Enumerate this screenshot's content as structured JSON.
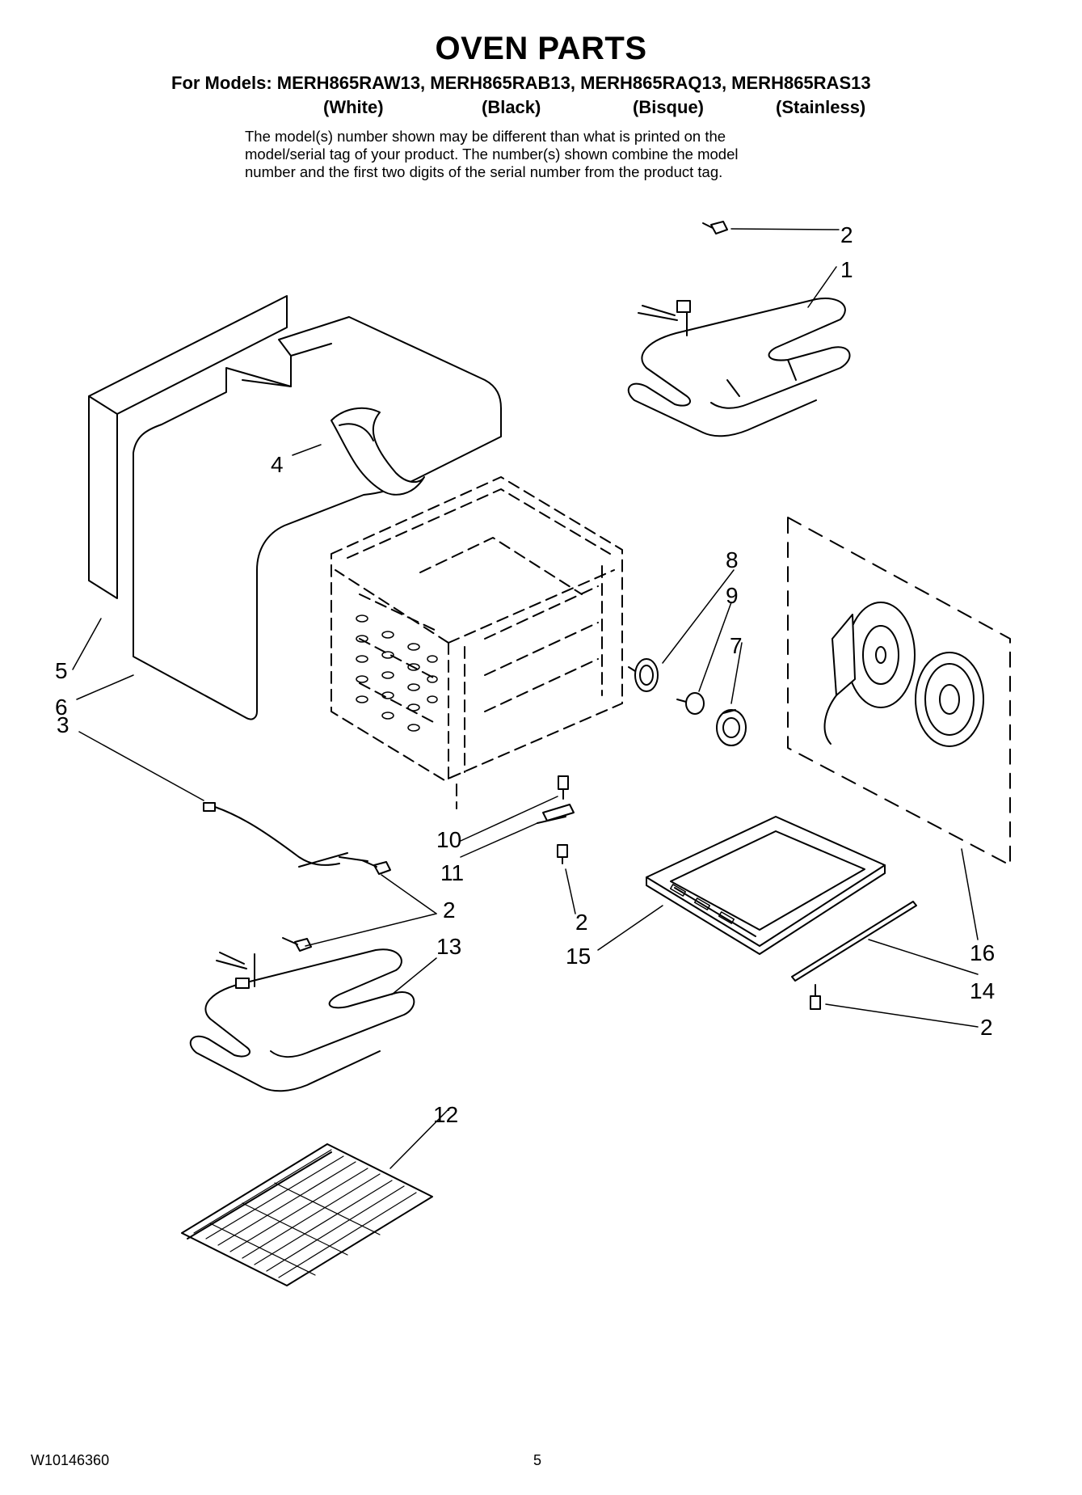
{
  "header": {
    "title": "OVEN PARTS",
    "models_line": "For Models: MERH865RAW13, MERH865RAB13, MERH865RAQ13, MERH865RAS13",
    "colors": [
      "(White)",
      "(Black)",
      "(Bisque)",
      "(Stainless)"
    ],
    "note_lines": [
      "The model(s) number shown may be different than what is printed on the",
      "model/serial tag of your product. The number(s) shown combine the model",
      "number and the first two digits of the serial number from the product tag."
    ]
  },
  "callouts": {
    "c1": "1",
    "c2a": "2",
    "c2b": "2",
    "c2c": "2",
    "c2d": "2",
    "c3": "3",
    "c4": "4",
    "c5": "5",
    "c6": "6",
    "c7": "7",
    "c8": "8",
    "c9": "9",
    "c10": "10",
    "c11": "11",
    "c12": "12",
    "c13": "13",
    "c14": "14",
    "c15": "15",
    "c16": "16"
  },
  "footer": {
    "doc_number": "W10146360",
    "page": "5"
  }
}
